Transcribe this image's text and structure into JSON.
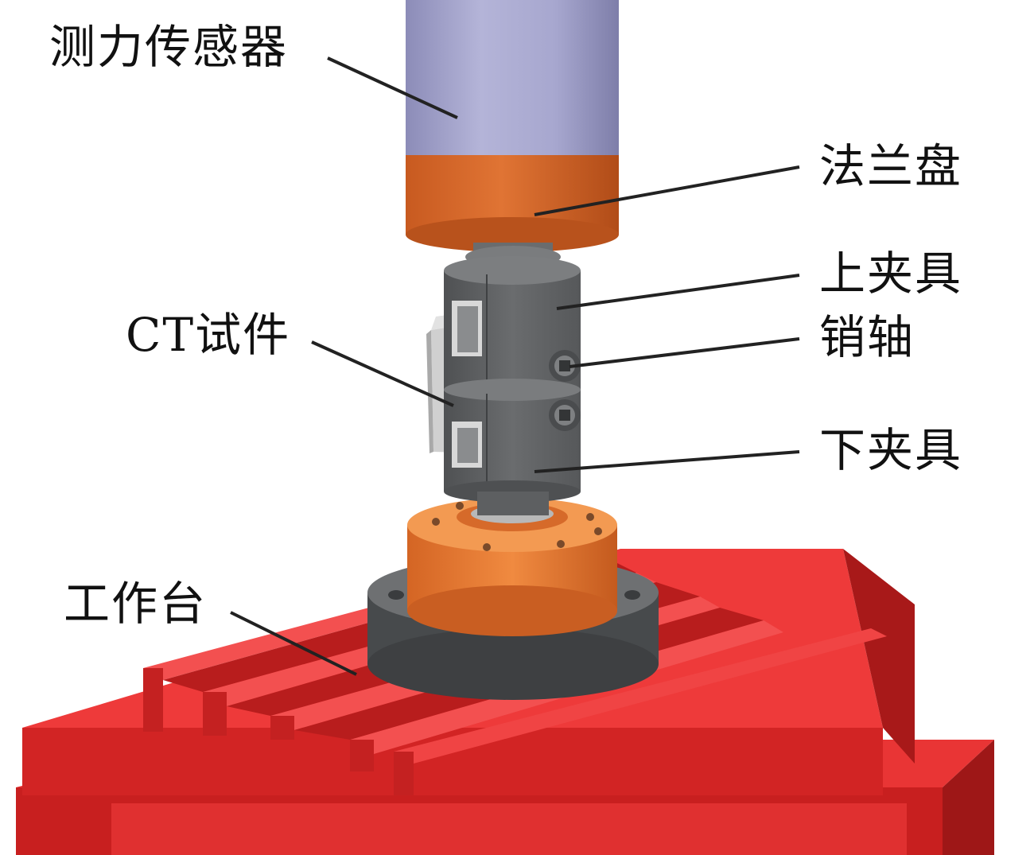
{
  "labels": {
    "load_cell": "测力传感器",
    "flange": "法兰盘",
    "upper_clamp": "上夹具",
    "pin_shaft": "销轴",
    "ct_specimen": "CT试件",
    "lower_clamp": "下夹具",
    "worktable": "工作台"
  },
  "colors": {
    "load_cell": "#a9a9cf",
    "flange": "#d9692a",
    "clamp": "#5e6062",
    "specimen": "#c8c8c8",
    "worktable": "#e22b2b",
    "base_ring": "#4a4c4e",
    "leader_line": "#222222"
  }
}
